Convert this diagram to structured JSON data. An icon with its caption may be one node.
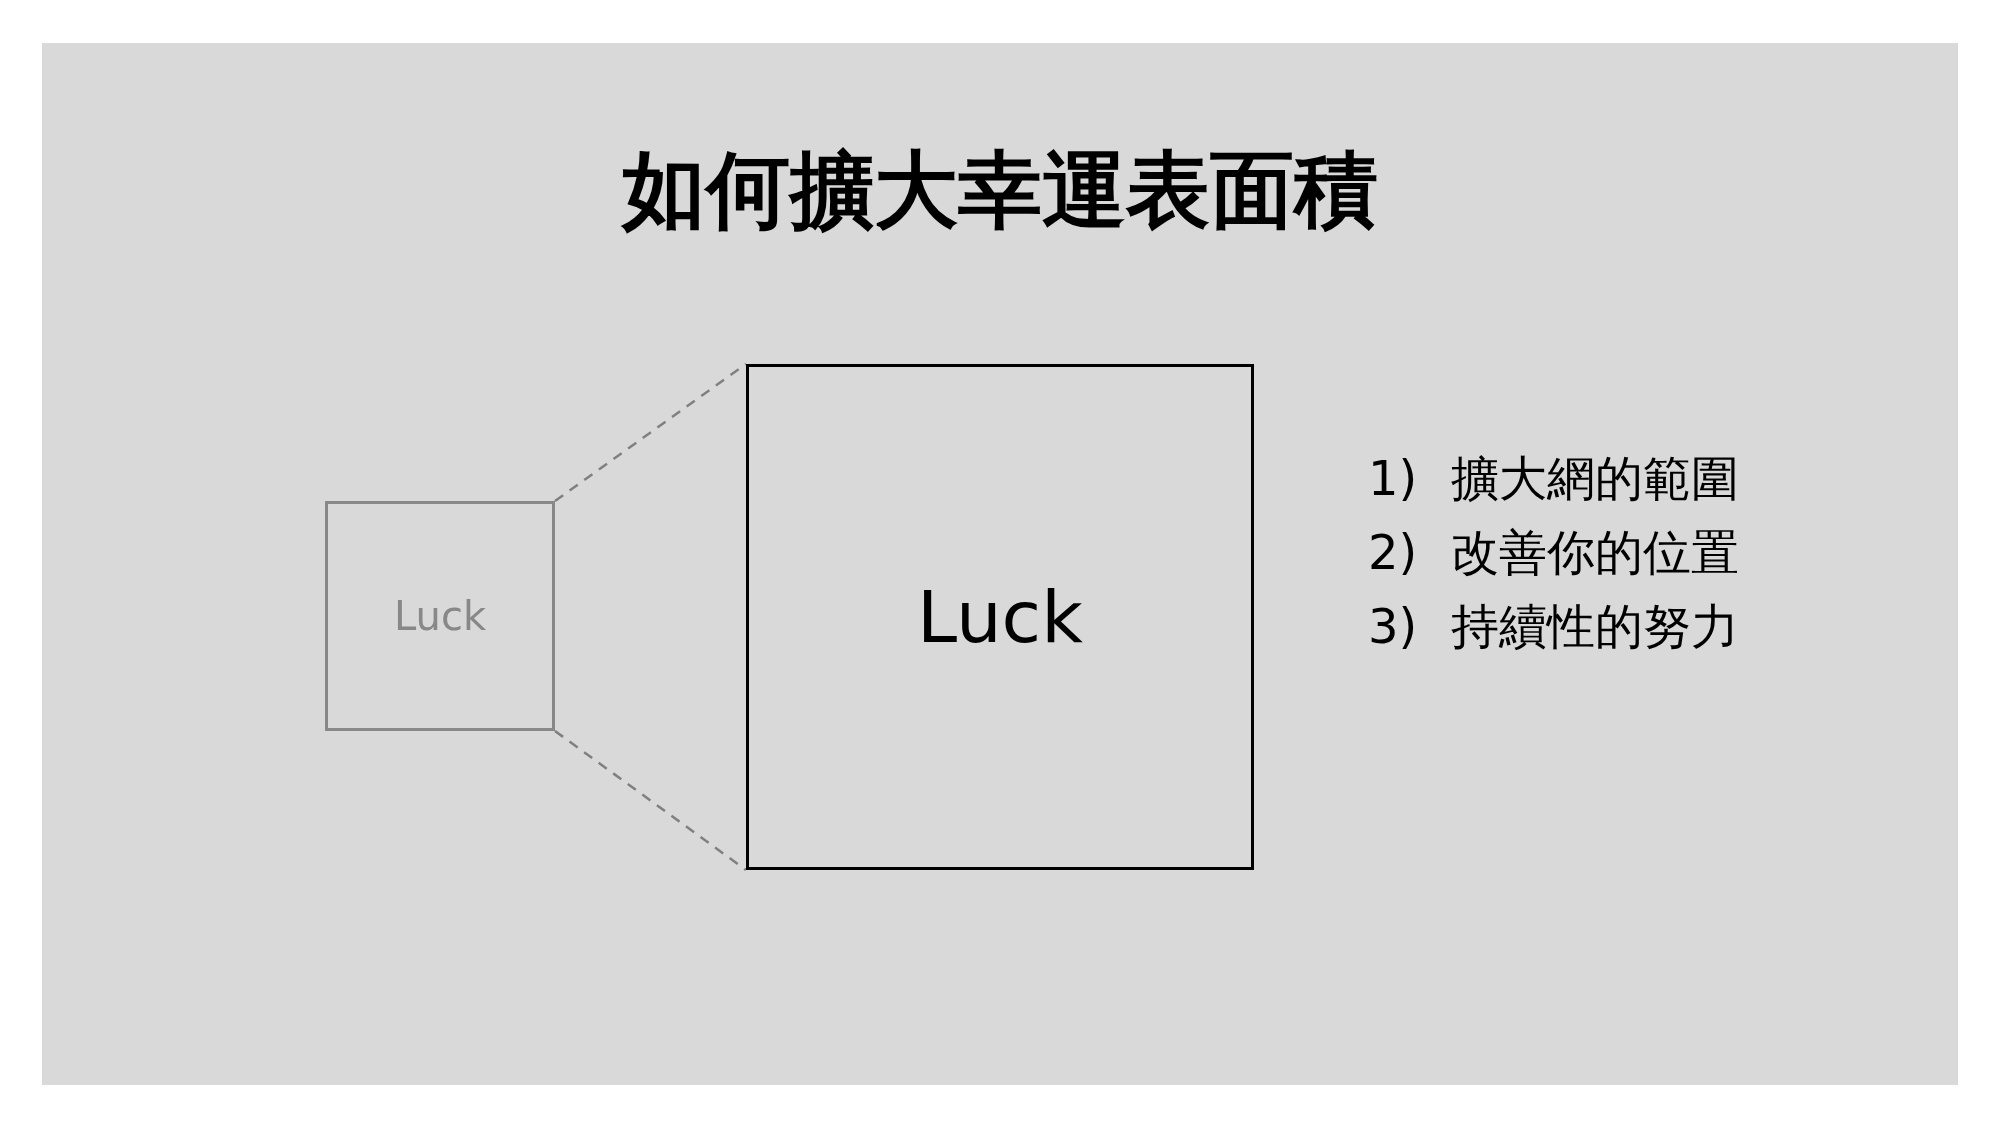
{
  "diagram": {
    "title": "如何擴大幸運表面積",
    "nodes": [
      {
        "text": [
          "Luck"
        ]
      },
      {
        "text": [
          "Luck"
        ]
      }
    ],
    "edges": [
      {
        "from": 0,
        "to": 1,
        "arrow": "none",
        "style": "dashed"
      },
      {
        "from": 0,
        "to": 1,
        "arrow": "none",
        "style": "dashed"
      }
    ],
    "labels": [
      "1) 擴大網的範圍",
      "2) 改善你的位置",
      "3) 持續性的努力"
    ]
  }
}
